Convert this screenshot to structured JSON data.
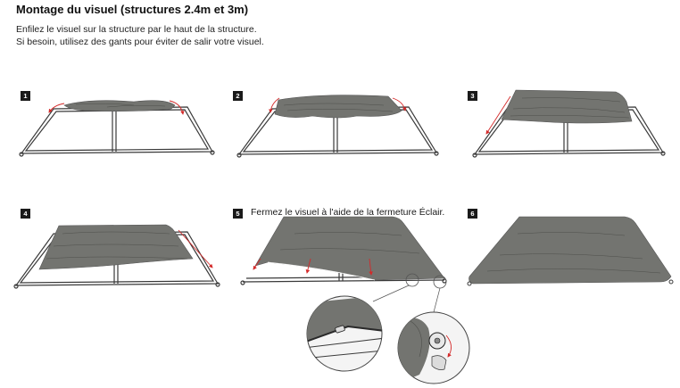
{
  "header": {
    "title": "Montage du visuel (structures 2.4m et 3m)",
    "line1": "Enfilez le visuel sur la structure par le haut de la structure.",
    "line2": "Si besoin, utilisez des gants pour éviter de salir votre visuel."
  },
  "steps": [
    {
      "number": "1"
    },
    {
      "number": "2"
    },
    {
      "number": "3"
    },
    {
      "number": "4"
    },
    {
      "number": "5",
      "caption": "Fermez le visuel à l'aide de la fermeture Éclair."
    },
    {
      "number": "6"
    }
  ],
  "colors": {
    "fabric": "#737470",
    "fabric_dark": "#5e5f5b",
    "frame": "#3a3a3a",
    "arrow": "#d42a2a"
  }
}
